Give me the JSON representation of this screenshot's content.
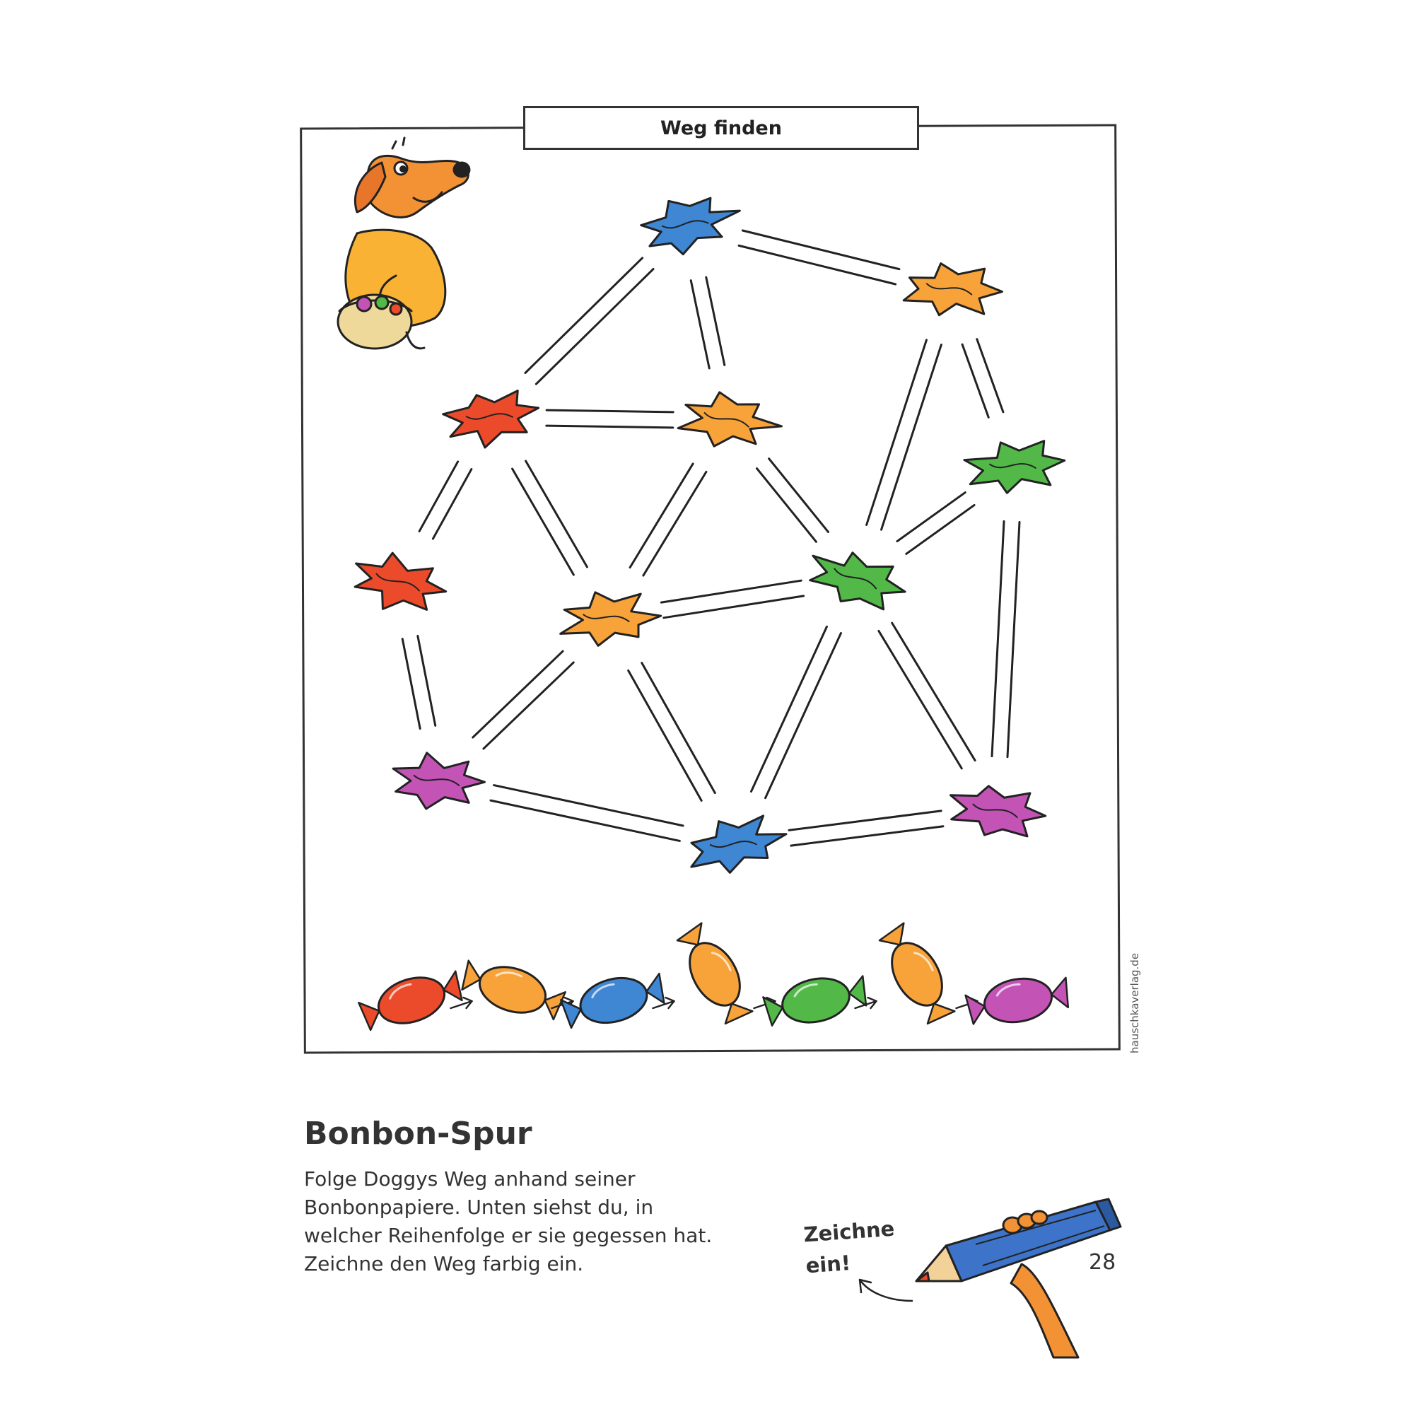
{
  "header": {
    "section_title": "Weg finden"
  },
  "publisher": "hauschkaverlag.de",
  "exercise": {
    "title": "Bonbon-Spur",
    "instructions": [
      "Folge Doggys Weg anhand seiner",
      "Bonbonpapiere. Unten siehst du, in",
      "welcher Reihenfolge er sie gegessen hat.",
      "Zeichne den Weg farbig ein."
    ]
  },
  "cta": {
    "line1": "Zeichne",
    "line2": "ein!"
  },
  "page_number": "28",
  "colors": {
    "red": "#ec4b2b",
    "orange": "#f8a23a",
    "blue": "#3f86d3",
    "green": "#52b948",
    "purple": "#c354b6",
    "outline": "#222222"
  },
  "maze": {
    "wrappers": [
      {
        "id": "w1",
        "color": "blue"
      },
      {
        "id": "w2",
        "color": "orange"
      },
      {
        "id": "w3",
        "color": "red"
      },
      {
        "id": "w4",
        "color": "orange"
      },
      {
        "id": "w5",
        "color": "green"
      },
      {
        "id": "w6",
        "color": "red"
      },
      {
        "id": "w7",
        "color": "orange"
      },
      {
        "id": "w8",
        "color": "green"
      },
      {
        "id": "w9",
        "color": "purple"
      },
      {
        "id": "w10",
        "color": "blue"
      },
      {
        "id": "w11",
        "color": "purple"
      }
    ],
    "paths": [
      [
        "w1",
        "w2"
      ],
      [
        "w1",
        "w3"
      ],
      [
        "w1",
        "w4"
      ],
      [
        "w2",
        "w5"
      ],
      [
        "w2",
        "w8"
      ],
      [
        "w3",
        "w4"
      ],
      [
        "w3",
        "w6"
      ],
      [
        "w3",
        "w7"
      ],
      [
        "w4",
        "w7"
      ],
      [
        "w4",
        "w8"
      ],
      [
        "w5",
        "w8"
      ],
      [
        "w5",
        "w11"
      ],
      [
        "w6",
        "w9"
      ],
      [
        "w7",
        "w8"
      ],
      [
        "w7",
        "w9"
      ],
      [
        "w7",
        "w10"
      ],
      [
        "w8",
        "w10"
      ],
      [
        "w8",
        "w11"
      ],
      [
        "w9",
        "w10"
      ],
      [
        "w10",
        "w11"
      ]
    ]
  },
  "sequence": [
    "red",
    "orange",
    "blue",
    "orange",
    "green",
    "orange",
    "purple"
  ]
}
